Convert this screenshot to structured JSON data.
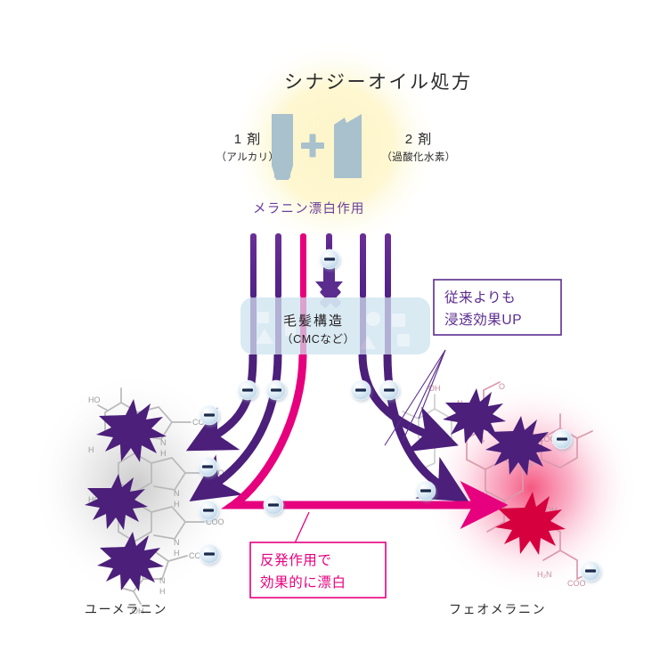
{
  "diagram": {
    "title": "シナジーオイル処方",
    "subtitle": "メラニン漂白作用",
    "agents": {
      "first": {
        "label": "1 剤",
        "sub": "（アルカリ）",
        "icon": "tube-icon"
      },
      "plus": "+",
      "second": {
        "label": "2 剤",
        "sub": "（過酸化水素）",
        "icon": "pouch-icon"
      }
    },
    "hair_structure": {
      "label": "毛髪構造",
      "sub": "（CMCなど）",
      "blocked_marker": "x-mark-icon"
    },
    "callouts": {
      "right": {
        "line1": "従来よりも",
        "line2": "浸透効果UP",
        "color": "#5b2d8e"
      },
      "bottom": {
        "line1": "反発作用で",
        "line2": "効果的に漂白",
        "color": "#e6007e"
      }
    },
    "species": {
      "left": "ユーメラニン",
      "right": "フェオメラニン"
    },
    "molecule_atoms": {
      "eumelanin": [
        "HO",
        "COO",
        "N",
        "H",
        "O",
        "OH"
      ],
      "pheomelanin": [
        "OH",
        "COO",
        "N",
        "S",
        "O",
        "H2N",
        "OOC"
      ]
    },
    "charge_badge": {
      "glyph": "−",
      "name": "negative-charge-badge",
      "face": "#e8f2f9",
      "dash": "#1b2b4b"
    },
    "colors": {
      "purple": "#5b2d8e",
      "purple_deep": "#4b1f7a",
      "magenta": "#e6007e",
      "crimson": "#d6003f",
      "hair_box": "#d6e8f2",
      "device_gray": "#a9c0cd",
      "glow_yellow": "#fbf0b8",
      "pheo_glow": "#f4496f"
    },
    "bars": [
      {
        "color": "purple"
      },
      {
        "color": "purple"
      },
      {
        "color": "magenta"
      },
      {
        "color": "purple",
        "blocked": true
      },
      {
        "color": "purple"
      },
      {
        "color": "purple"
      }
    ]
  }
}
